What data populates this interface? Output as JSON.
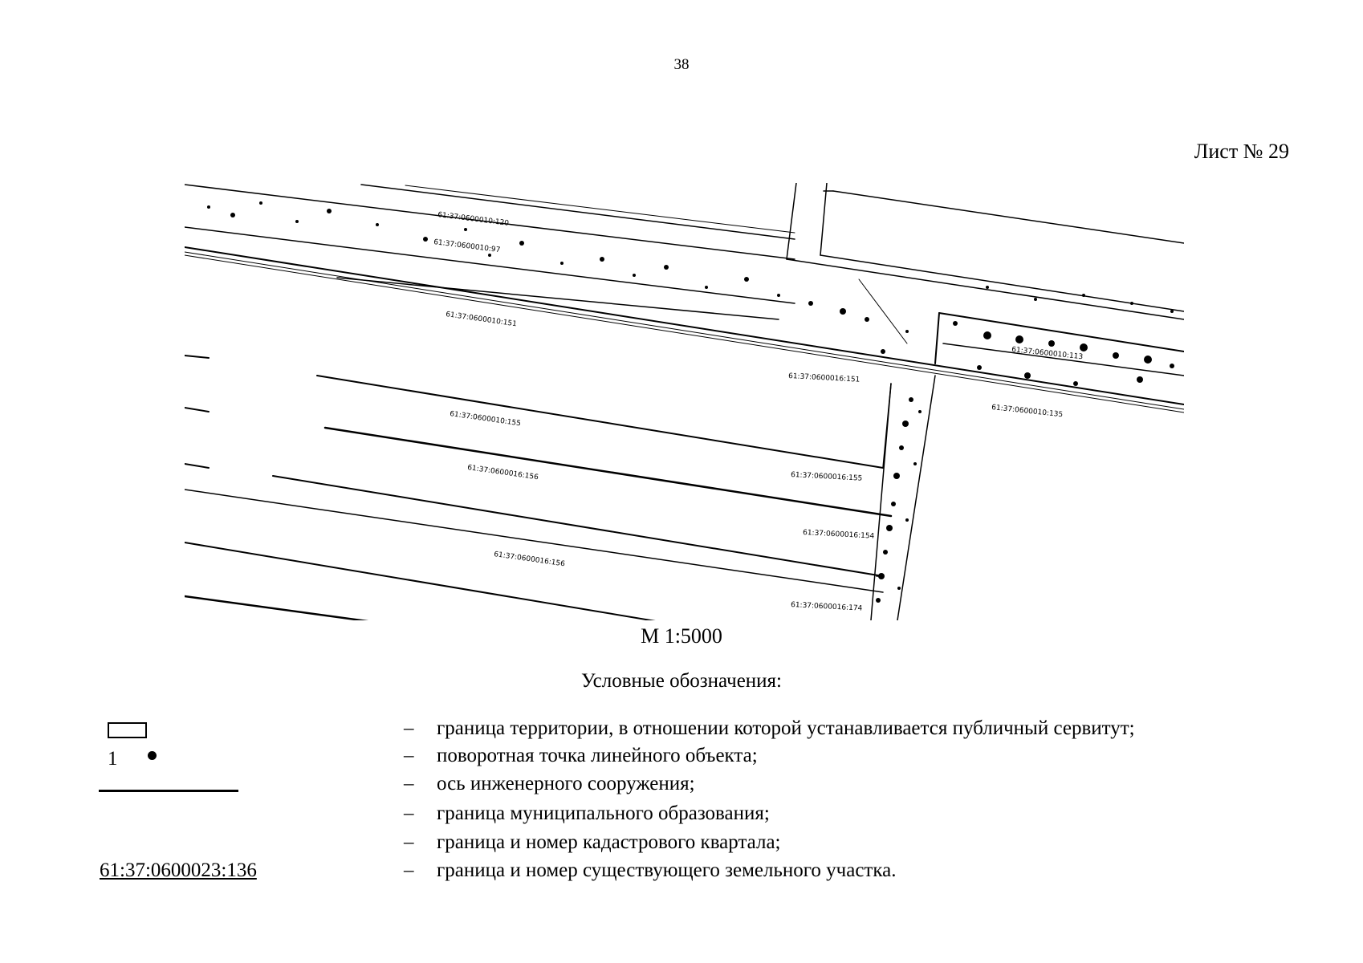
{
  "page": {
    "number": "38",
    "sheet": "Лист № 29"
  },
  "map": {
    "parcel_labels": [
      "61:37:0600010:120",
      "61:37:0600010:97",
      "61:37:0600010:151",
      "61:37:0600010:155",
      "61:37:0600016:156",
      "61:37:0600016:151",
      "61:37:0600016:155",
      "61:37:0600016:156",
      "61:37:0600016:154",
      "61:37:0600016:174",
      "61:37:0600010:113",
      "61:37:0600010:135"
    ]
  },
  "scale": "М 1:5000",
  "legend": {
    "title": "Условные обозначения:",
    "dash": "–",
    "items": [
      {
        "symbol": "rectangle",
        "description": "граница территории, в отношении которой устанавливается публичный сервитут;"
      },
      {
        "symbol": "point",
        "point_label": "1",
        "description": "поворотная точка линейного объекта;"
      },
      {
        "symbol": "line",
        "description": "ось инженерного сооружения;"
      },
      {
        "symbol": "none",
        "description": "граница муниципального образования;"
      },
      {
        "symbol": "none",
        "description": "граница и номер кадастрового квартала;"
      },
      {
        "symbol": "parcel-number",
        "parcel_example": "61:37:0600023:136",
        "description": "граница и номер существующего земельного участка."
      }
    ]
  }
}
